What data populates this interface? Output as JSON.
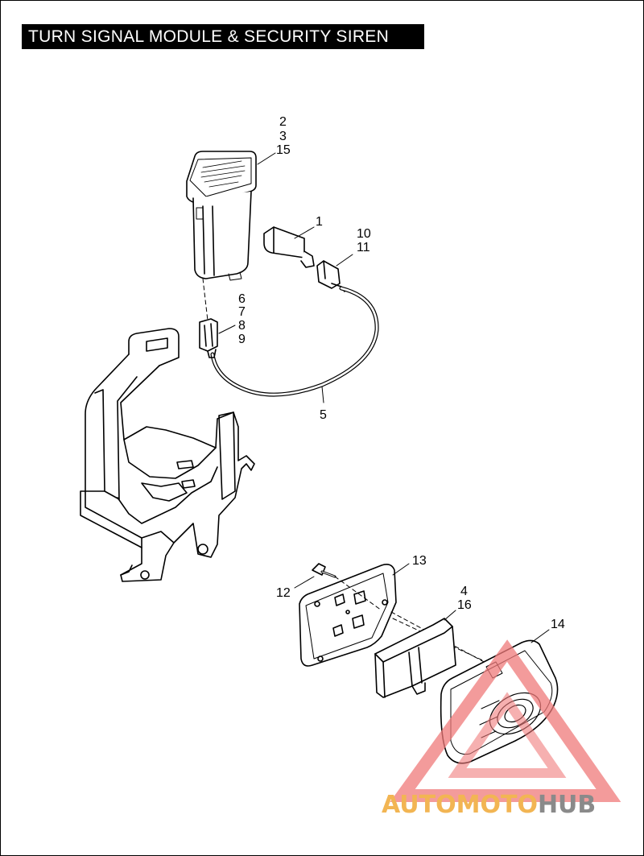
{
  "title": "TURN SIGNAL MODULE & SECURITY SIREN",
  "callouts": {
    "c1": "1",
    "c2": "2",
    "c3": "3",
    "c15": "15",
    "c10": "10",
    "c11": "11",
    "c6": "6",
    "c7": "7",
    "c8": "8",
    "c9": "9",
    "c5": "5",
    "c13": "13",
    "c12": "12",
    "c4": "4",
    "c16": "16",
    "c14": "14"
  },
  "watermark": {
    "part1": "AUTO",
    "part2": "MOTO",
    "part3": "HUB",
    "colors": {
      "triangle": "#f07a7a",
      "orange": "#f2b553",
      "gray": "#8a8a8a"
    }
  }
}
